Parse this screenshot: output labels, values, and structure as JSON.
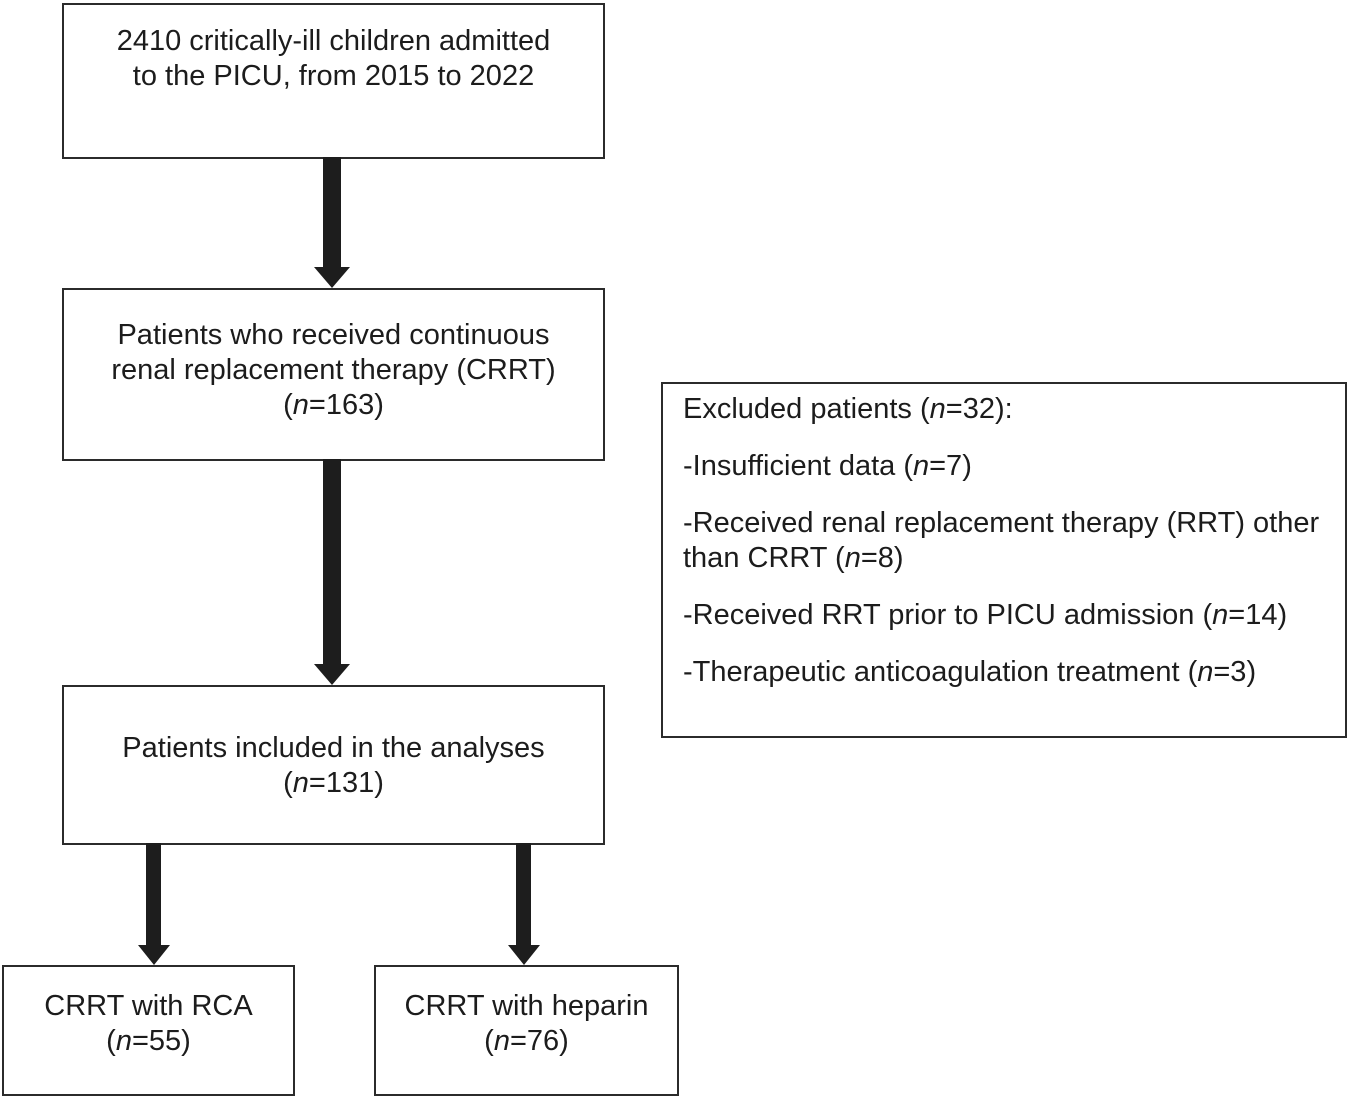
{
  "colors": {
    "background": "#ffffff",
    "text": "#1c1c1c",
    "border": "#2b2b2b",
    "ink": "#1d1d1d"
  },
  "flow": {
    "admissions": {
      "lines": [
        "2410 critically-ill children admitted",
        "to the PICU, from 2015 to 2022"
      ]
    },
    "crrt": {
      "lines": [
        "Patients who received continuous",
        "renal replacement therapy (CRRT)",
        "(*n*=163)"
      ]
    },
    "included": {
      "lines": [
        "Patients included in the analyses",
        "(*n*=131)"
      ]
    },
    "rca": {
      "lines": [
        "CRRT with RCA",
        "(*n*=55)"
      ]
    },
    "heparin": {
      "lines": [
        "CRRT with heparin",
        "(*n*=76)"
      ]
    }
  },
  "excluded": {
    "header": "Excluded patients (*n*=32):",
    "items": [
      {
        "lines": [
          "-Insufficient data (*n*=7)"
        ]
      },
      {
        "lines": [
          "-Received renal replacement therapy (RRT) other",
          "than CRRT (*n*=8)"
        ]
      },
      {
        "lines": [
          "-Received RRT prior to PICU admission (*n*=14)"
        ]
      },
      {
        "lines": [
          "-Therapeutic anticoagulation treatment (*n*=3)"
        ]
      }
    ]
  }
}
